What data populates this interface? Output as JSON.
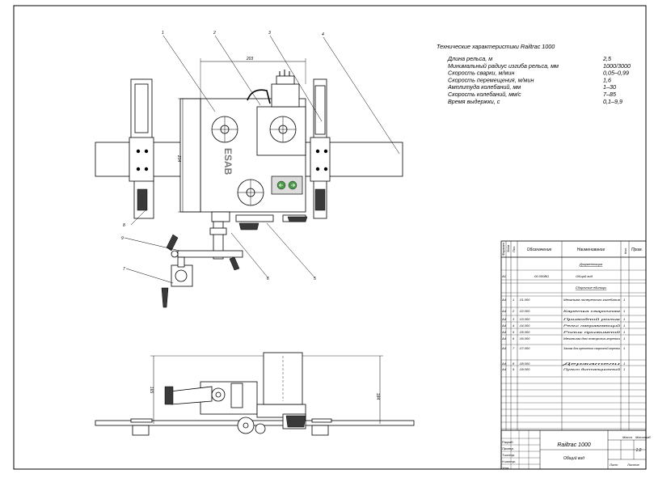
{
  "specs": {
    "title": "Технические характеристики Railtrac 1000",
    "rows": [
      {
        "label": "Длина рельса, м",
        "value": "2,5"
      },
      {
        "label": "Минимальный радиус изгиба рельса, мм",
        "value": "1000/3000"
      },
      {
        "label": "Скорость сварки, м/мин",
        "value": "0,05–0,99"
      },
      {
        "label": "Скорость перемещения, м/мин",
        "value": "1,6"
      },
      {
        "label": "Амплитуда колебаний, мм",
        "value": "1–30"
      },
      {
        "label": "Скорость колебаний, мм/с",
        "value": "7–85"
      },
      {
        "label": "Время выдержки, с",
        "value": "0,1–9,9"
      }
    ]
  },
  "leaders": [
    "1",
    "2",
    "3",
    "4",
    "5",
    "6",
    "7",
    "8",
    "9"
  ],
  "dimensions": {
    "top_width": "203",
    "height_left": "214",
    "front_left": "165",
    "front_right": "184"
  },
  "brand": "ESAB",
  "bom": {
    "headers": [
      "Формат",
      "Зона",
      "Поз.",
      "Обозначение",
      "Наименование",
      "Кол.",
      "Прим."
    ],
    "section_docs": "Документация",
    "doc_row": {
      "fmt": "А1",
      "code": ".00.000ВО",
      "name": "Общий вид"
    },
    "section_units": "Сборочные единицы",
    "rows": [
      {
        "fmt": "А4",
        "pos": "1",
        "code": ".01.000",
        "name": "Механизм поперечного колебания",
        "qty": "1"
      },
      {
        "fmt": "А4",
        "pos": "2",
        "code": ".02.000",
        "name": "Каретка сварочная",
        "qty": "1"
      },
      {
        "fmt": "А4",
        "pos": "3",
        "code": ".03.000",
        "name": "Приводной ролик",
        "qty": "1"
      },
      {
        "fmt": "А4",
        "pos": "4",
        "code": ".04.000",
        "name": "Рельс направляющий",
        "qty": "1"
      },
      {
        "fmt": "А4",
        "pos": "5",
        "code": ".05.000",
        "name": "Ролик прижимной",
        "qty": "1"
      },
      {
        "fmt": "А4",
        "pos": "6",
        "code": ".06.000",
        "name": "Механизм для поворота горелки",
        "qty": "1"
      },
      {
        "fmt": "А4",
        "pos": "7",
        "code": ".07.000",
        "name": "Зажим для крепления сварочной горелки",
        "qty": "1"
      },
      {
        "fmt": "А4",
        "pos": "8",
        "code": ".08.000",
        "name": "Держатели",
        "qty": "1"
      },
      {
        "fmt": "А4",
        "pos": "9",
        "code": ".09.000",
        "name": "Пульт дистанционный",
        "qty": "1"
      }
    ]
  },
  "title_block": {
    "name": "Railtrac 1000",
    "doc": "Общий вид",
    "sheet_label": "Лист",
    "sheets_label": "Листов",
    "mass_label": "Масса",
    "scale_label": "Масштаб",
    "scale": "1:2",
    "roles": [
      "Разраб.",
      "Провер.",
      "Т.контр.",
      "Н.контр.",
      "Утв."
    ]
  }
}
